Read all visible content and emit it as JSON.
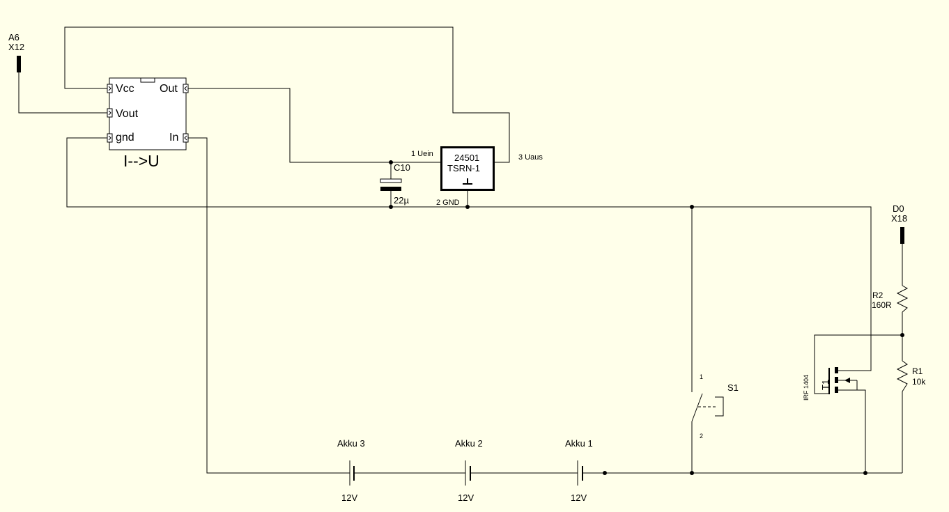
{
  "colors": {
    "background": "#FFFFEA",
    "ink": "#000000"
  },
  "connectors": {
    "a6": {
      "line1": "A6",
      "line2": "X12"
    },
    "d0": {
      "line1": "D0",
      "line2": "X18"
    }
  },
  "converter": {
    "name": "I-->U",
    "pins": {
      "vcc": "Vcc",
      "vout": "Vout",
      "gnd": "gnd",
      "out": "Out",
      "in": "In"
    }
  },
  "regulator": {
    "line1": "24501",
    "line2": "TSRN-1",
    "pin1": "1 Uein",
    "pin2": "2 GND",
    "pin3": "3 Uaus"
  },
  "capacitor": {
    "name": "C10",
    "value": "22µ"
  },
  "resistors": {
    "r2": {
      "name": "R2",
      "value": "160R"
    },
    "r1": {
      "name": "R1",
      "value": "10k"
    }
  },
  "transistor": {
    "name": "T1",
    "type": "IRF 1404"
  },
  "switch": {
    "name": "S1",
    "pin1": "1",
    "pin2": "2"
  },
  "batteries": [
    {
      "name": "Akku 3",
      "voltage": "12V"
    },
    {
      "name": "Akku 2",
      "voltage": "12V"
    },
    {
      "name": "Akku 1",
      "voltage": "12V"
    }
  ]
}
